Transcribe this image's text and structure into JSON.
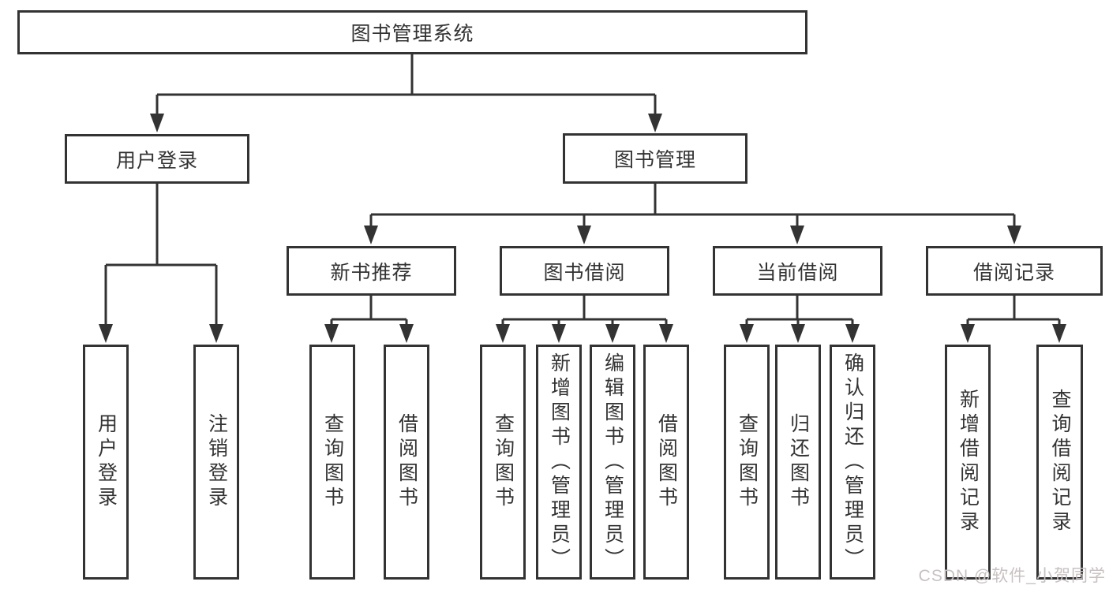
{
  "root_label": "图书管理系统",
  "nodes": [
    {
      "label": "用户登录",
      "children": [
        {
          "label": "用户登录"
        },
        {
          "label": "注销登录"
        }
      ]
    },
    {
      "label": "图书管理",
      "children": [
        {
          "label": "新书推荐",
          "children": [
            {
              "label": "查询图书"
            },
            {
              "label": "借阅图书"
            }
          ]
        },
        {
          "label": "图书借阅",
          "children": [
            {
              "label": "查询图书"
            },
            {
              "label": "新增图书（管理员）"
            },
            {
              "label": "编辑图书（管理员）"
            },
            {
              "label": "借阅图书"
            }
          ]
        },
        {
          "label": "当前借阅",
          "children": [
            {
              "label": "查询图书"
            },
            {
              "label": "归还图书"
            },
            {
              "label": "确认归还（管理员）"
            }
          ]
        },
        {
          "label": "借阅记录",
          "children": [
            {
              "label": "新增借阅记录"
            },
            {
              "label": "查询借阅记录"
            }
          ]
        }
      ]
    }
  ],
  "watermark": {
    "text": "CSDN @软件_小贺同学"
  },
  "colors": {
    "line": "#333333",
    "text": "#333333",
    "box_fill": "#ffffff",
    "background": "#ffffff",
    "watermark_text": "#c9c1c1"
  }
}
